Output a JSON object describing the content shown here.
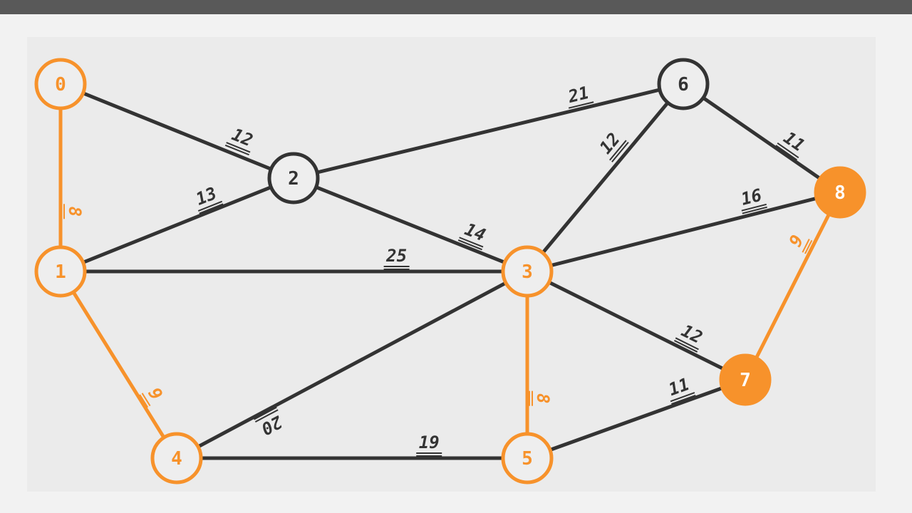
{
  "colors": {
    "edge_default": "#333333",
    "edge_highlight": "#f7922b",
    "node_default_stroke": "#333333",
    "node_highlight": "#f7922b",
    "node_fill": "#eeeeee",
    "filled_node_text": "#ffffff"
  },
  "graph": {
    "nodes": [
      {
        "id": "0",
        "label": "0",
        "state": "visited"
      },
      {
        "id": "1",
        "label": "1",
        "state": "visited"
      },
      {
        "id": "2",
        "label": "2",
        "state": "unvisited"
      },
      {
        "id": "3",
        "label": "3",
        "state": "visited"
      },
      {
        "id": "4",
        "label": "4",
        "state": "visited"
      },
      {
        "id": "5",
        "label": "5",
        "state": "visited"
      },
      {
        "id": "6",
        "label": "6",
        "state": "unvisited"
      },
      {
        "id": "7",
        "label": "7",
        "state": "current"
      },
      {
        "id": "8",
        "label": "8",
        "state": "current"
      }
    ],
    "edges": [
      {
        "from": "0",
        "to": "2",
        "weight": "12",
        "highlight": false
      },
      {
        "from": "1",
        "to": "2",
        "weight": "13",
        "highlight": false
      },
      {
        "from": "2",
        "to": "6",
        "weight": "21",
        "highlight": false
      },
      {
        "from": "2",
        "to": "3",
        "weight": "14",
        "highlight": false
      },
      {
        "from": "1",
        "to": "3",
        "weight": "25",
        "highlight": false
      },
      {
        "from": "3",
        "to": "6",
        "weight": "12",
        "highlight": false
      },
      {
        "from": "6",
        "to": "8",
        "weight": "11",
        "highlight": false
      },
      {
        "from": "3",
        "to": "8",
        "weight": "16",
        "highlight": false
      },
      {
        "from": "3",
        "to": "7",
        "weight": "12",
        "highlight": false
      },
      {
        "from": "4",
        "to": "3",
        "weight": "20",
        "highlight": false
      },
      {
        "from": "4",
        "to": "5",
        "weight": "19",
        "highlight": false
      },
      {
        "from": "5",
        "to": "7",
        "weight": "11",
        "highlight": false
      },
      {
        "from": "0",
        "to": "1",
        "weight": "8",
        "highlight": true
      },
      {
        "from": "1",
        "to": "4",
        "weight": "9",
        "highlight": true
      },
      {
        "from": "3",
        "to": "5",
        "weight": "8",
        "highlight": true
      },
      {
        "from": "7",
        "to": "8",
        "weight": "9",
        "highlight": true
      }
    ]
  }
}
